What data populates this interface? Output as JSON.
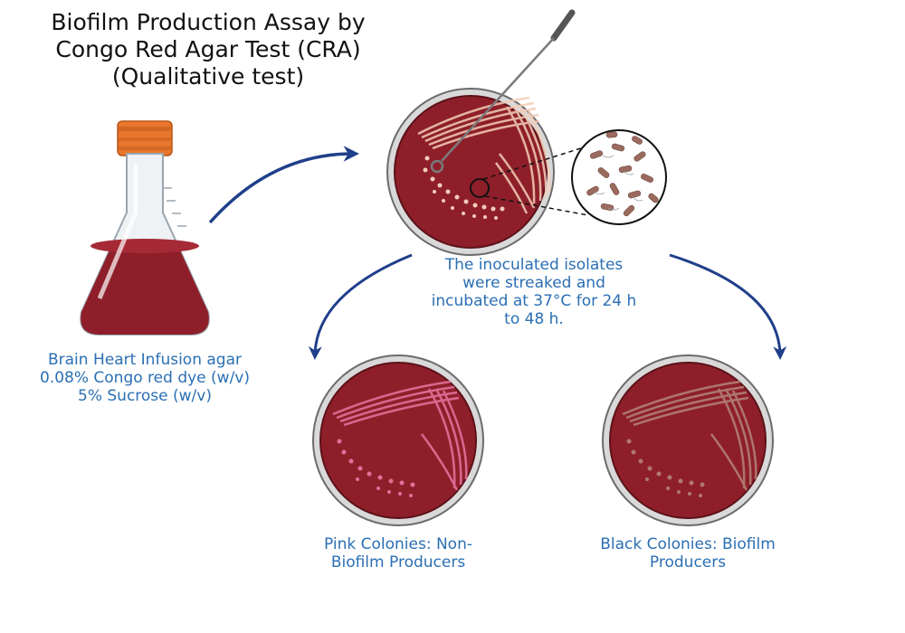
{
  "title": {
    "line1": "Biofilm Production Assay by",
    "line2": "Congo Red Agar Test (CRA)",
    "line3": "(Qualitative test)"
  },
  "media": {
    "line1": "Brain Heart Infusion agar",
    "line2": "0.08% Congo red dye (w/v)",
    "line3": "5% Sucrose (w/v)"
  },
  "inoculation": {
    "line1": "The inoculated isolates",
    "line2": "were streaked and",
    "line3": "incubated at 37°C for 24 h",
    "line4": "to 48 h."
  },
  "result_pink": {
    "line1": "Pink Colonies: Non-",
    "line2": "Biofilm Producers"
  },
  "result_black": {
    "line1": "Black Colonies: Biofilm",
    "line2": "Producers"
  },
  "colors": {
    "agar": "#8e1f2a",
    "label_text": "#2b6fb3",
    "arrow": "#1f3f8a",
    "cap": "#e8762c",
    "pink_streak": "#e2709a",
    "cream_streak": "#f3cdb8",
    "brown_streak": "#b07a70"
  }
}
